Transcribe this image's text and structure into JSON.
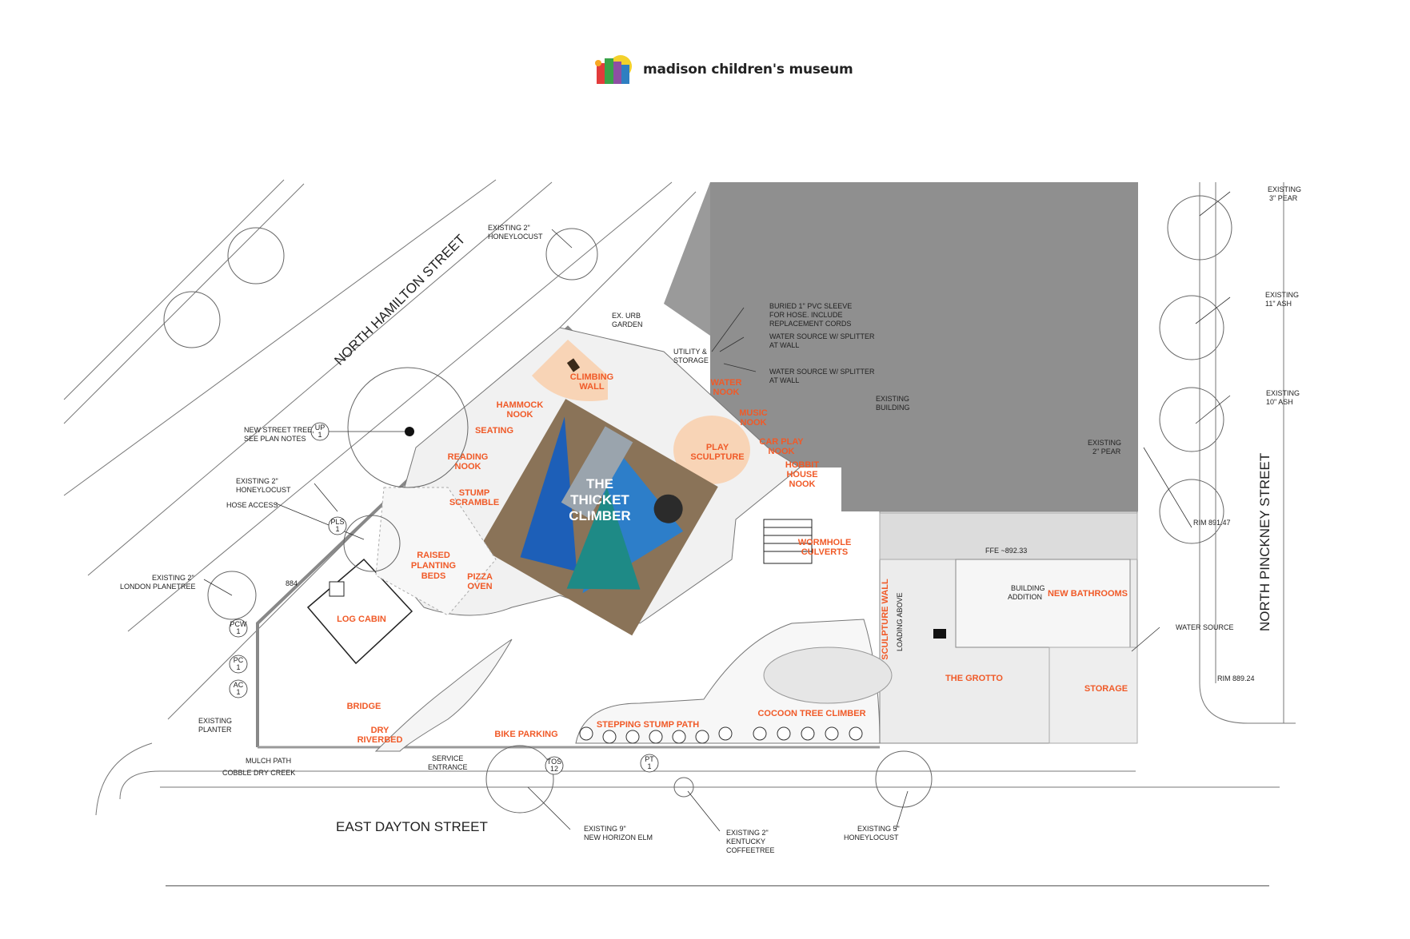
{
  "logo": {
    "text": "madison children's museum",
    "colors": [
      "#e23b3b",
      "#f7a823",
      "#3aa34a",
      "#2f7fc1",
      "#8e4fa3",
      "#f3d12b"
    ]
  },
  "streets": {
    "north_hamilton": "NORTH HAMILTON STREET",
    "north_pinckney": "NORTH PINCKNEY STREET",
    "east_dayton": "EAST DAYTON STREET"
  },
  "features": {
    "climbing_wall": [
      "CLIMBING",
      "WALL"
    ],
    "hammock_nook": [
      "HAMMOCK",
      "NOOK"
    ],
    "seating": [
      "SEATING"
    ],
    "reading_nook": [
      "READING",
      "NOOK"
    ],
    "stump_scramble": [
      "STUMP",
      "SCRAMBLE"
    ],
    "raised_planting_beds": [
      "RAISED",
      "PLANTING",
      "BEDS"
    ],
    "pizza_oven": [
      "PIZZA",
      "OVEN"
    ],
    "log_cabin": [
      "LOG CABIN"
    ],
    "bridge": [
      "BRIDGE"
    ],
    "dry_riverbed": [
      "DRY",
      "RIVERBED"
    ],
    "bike_parking": [
      "BIKE PARKING"
    ],
    "stepping_stump_path": [
      "STEPPING STUMP PATH"
    ],
    "cocoon_tree_climber": [
      "COCOON TREE CLIMBER"
    ],
    "water_nook": [
      "WATER",
      "NOOK"
    ],
    "music_nook": [
      "MUSIC",
      "NOOK"
    ],
    "play_sculpture": [
      "PLAY",
      "SCULPTURE"
    ],
    "car_play_nook": [
      "CAR PLAY",
      "NOOK"
    ],
    "hobbit_house_nook": [
      "HOBBIT",
      "HOUSE",
      "NOOK"
    ],
    "wormhole_culverts": [
      "WORMHOLE",
      "CULVERTS"
    ],
    "sculpture_wall": [
      "SCULPTURE WALL"
    ],
    "new_bathrooms": [
      "NEW BATHROOMS"
    ],
    "the_grotto": [
      "THE GROTTO"
    ],
    "storage": [
      "STORAGE"
    ]
  },
  "thicket_climber": [
    "THE",
    "THICKET",
    "CLIMBER"
  ],
  "notes": {
    "ex_urb_garden": [
      "EX. URB",
      "GARDEN"
    ],
    "utility_storage": [
      "UTILITY &",
      "STORAGE"
    ],
    "buried_sleeve": [
      "BURIED 1\" PVC SLEEVE",
      "FOR HOSE. INCLUDE",
      "REPLACEMENT CORDS"
    ],
    "water_source_1": [
      "WATER SOURCE W/ SPLITTER",
      "AT WALL"
    ],
    "water_source_2": [
      "WATER SOURCE W/ SPLITTER",
      "AT WALL"
    ],
    "existing_building": [
      "EXISTING",
      "BUILDING"
    ],
    "existing_honeylocust_top": [
      "EXISTING 2\"",
      "HONEYLOCUST"
    ],
    "new_street_tree": [
      "NEW STREET TREE,",
      "SEE PLAN NOTES"
    ],
    "existing_honeylocust_left": [
      "EXISTING 2\"",
      "HONEYLOCUST"
    ],
    "hose_access": [
      "HOSE ACCESS"
    ],
    "london_planetree": [
      "EXISTING 2\"",
      "LONDON PLANETREE"
    ],
    "existing_planter": [
      "EXISTING",
      "PLANTER"
    ],
    "mulch_path": [
      "MULCH PATH"
    ],
    "cobble_dry_creek": [
      "COBBLE DRY CREEK"
    ],
    "service_entrance": [
      "SERVICE",
      "ENTRANCE"
    ],
    "horizon_elm": [
      "EXISTING 9\"",
      "NEW HORIZON ELM"
    ],
    "kentucky_coffeetree": [
      "EXISTING 2\"",
      "KENTUCKY",
      "COFFEETREE"
    ],
    "honeylocust_bottom": [
      "EXISTING 5\"",
      "HONEYLOCUST"
    ],
    "pear_top": [
      "EXISTING",
      "3\" PEAR"
    ],
    "ash": [
      "EXISTING",
      "11\" ASH"
    ],
    "ash_10": [
      "EXISTING",
      "10\" ASH"
    ],
    "pear_2": [
      "EXISTING",
      "2\" PEAR"
    ],
    "rim_1": [
      "RIM 891.47"
    ],
    "rim_2": [
      "RIM 889.24"
    ],
    "water_source_right": [
      "WATER SOURCE"
    ],
    "ffe": [
      "FFE ~892.33"
    ],
    "building_addition": [
      "BUILDING",
      "ADDITION"
    ],
    "loading_above": [
      "LOADING ABOVE"
    ],
    "elev_884": [
      "884"
    ]
  },
  "tags": {
    "up": [
      "UP",
      "1"
    ],
    "pls": [
      "PLS",
      "1"
    ],
    "pcw": [
      "PCW",
      "1"
    ],
    "pc": [
      "PC",
      "1"
    ],
    "ac": [
      "AC",
      "1"
    ],
    "tos": [
      "TOS",
      "12"
    ],
    "pt": [
      "PT",
      "1"
    ]
  }
}
